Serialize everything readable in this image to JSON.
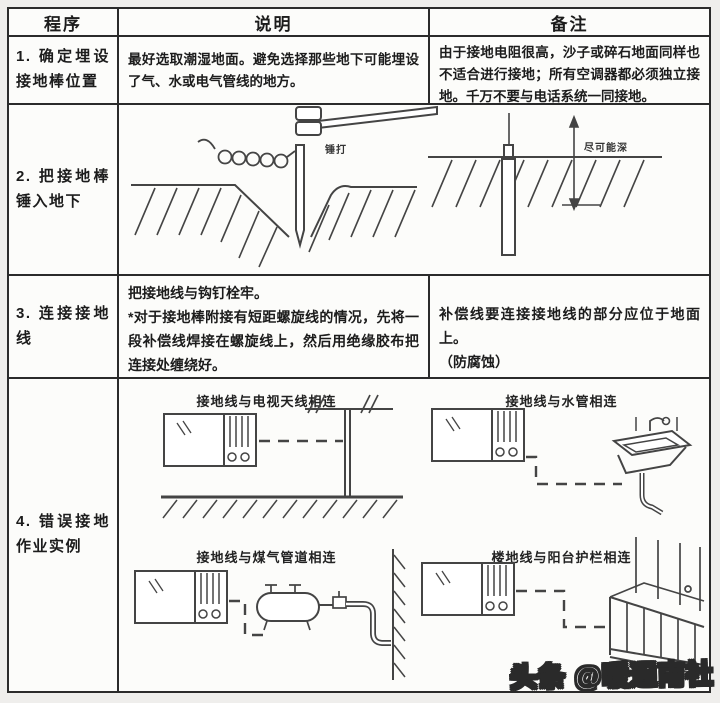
{
  "table": {
    "headers": [
      "程序",
      "说明",
      "备注"
    ],
    "rows": [
      {
        "procedure": "1. 确定埋设接地棒位置",
        "description": "最好选取潮湿地面。避免选择那些地下可能埋设了气、水或电气管线的地方。",
        "remark": "由于接地电阻很高，沙子或碎石地面同样也不适合进行接地；所有空调器都必须独立接地。千万不要与电话系统一同接地。"
      },
      {
        "procedure": "2. 把接地棒锤入地下",
        "diagrams": {
          "hammer_label": "锤打",
          "depth_label": "尽可能深"
        }
      },
      {
        "procedure": "3. 连接接地线",
        "description_line1": "把接地线与钩钉栓牢。",
        "description_line2": "*对于接地棒附接有短距螺旋线的情况，先将一段补偿线焊接在螺旋线上，然后用绝缘胶布把连接处缠绕好。",
        "remark_line1": "补偿线要连接接地线的部分应位于地面上。",
        "remark_line2": "（防腐蚀）"
      },
      {
        "procedure": "4. 错误接地作业实例",
        "diagrams": {
          "tv": "接地线与电视天线相连",
          "water": "接地线与水管相连",
          "gas": "接地线与煤气管道相连",
          "balcony": "楼地线与阳台护栏相连"
        }
      }
    ]
  },
  "watermark": "头条 @暖通南社",
  "colors": {
    "border": "#2b2b2b",
    "text": "#1c1c1c",
    "background": "#efeeec",
    "diagram_stroke": "#444444"
  }
}
